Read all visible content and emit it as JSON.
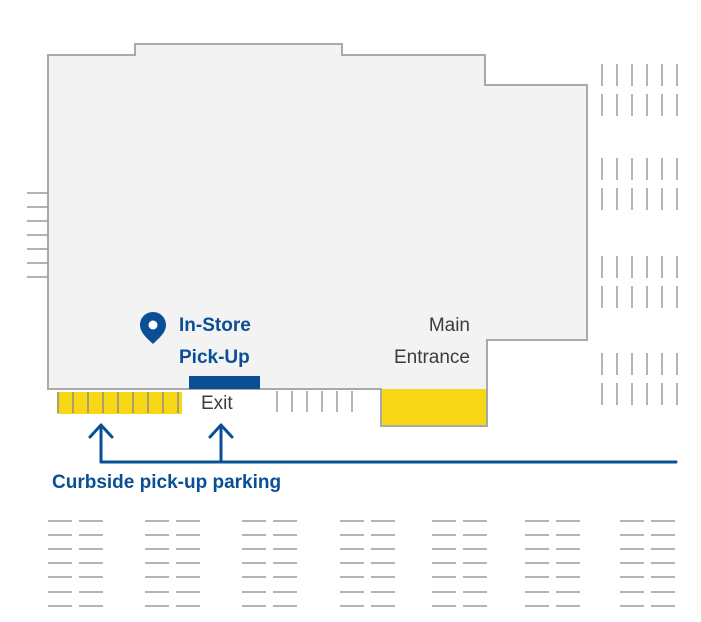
{
  "map": {
    "labels": {
      "pickup_line1": "In-Store",
      "pickup_line2": "Pick-Up",
      "entrance_line1": "Main",
      "entrance_line2": "Entrance",
      "exit": "Exit",
      "curbside": "Curbside pick-up parking"
    },
    "colors": {
      "building_fill": "#f3f3f3",
      "building_stroke": "#a9a9a9",
      "accent_blue": "#0a4f96",
      "curbside_yellow": "#f7d716",
      "parking_lines": "#9b9b9b",
      "text_dark": "#3c3c3c"
    },
    "icons": {
      "pickup_marker": "location-pin-icon",
      "arrows": "up-arrow-icon"
    }
  }
}
